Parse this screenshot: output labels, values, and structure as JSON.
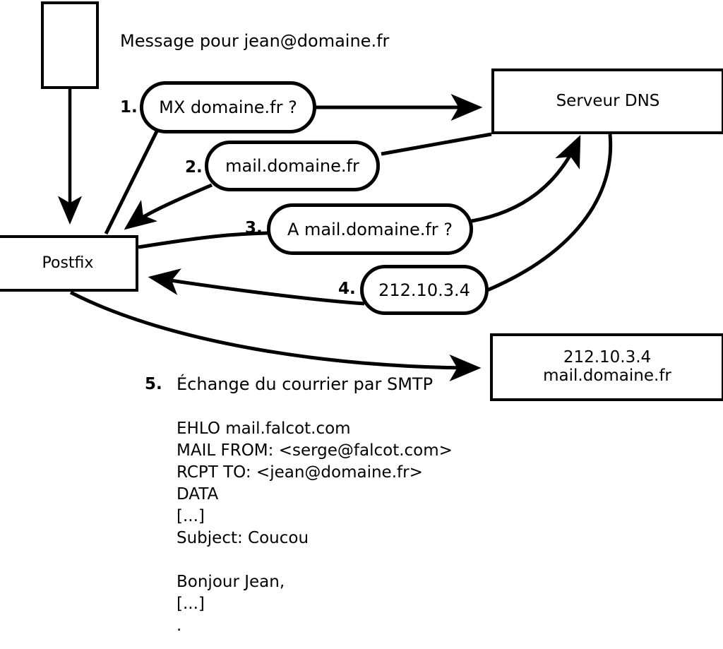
{
  "diagram": {
    "title_text": "Message pour jean@domaine.fr",
    "stroke_color": "#000000",
    "background_color": "#ffffff"
  },
  "nodes": {
    "envelope": {
      "label": ""
    },
    "postfix": {
      "label": "Postfix"
    },
    "dns": {
      "label": "Serveur DNS"
    },
    "mailhost": {
      "line1": "212.10.3.4",
      "line2": "mail.domaine.fr"
    }
  },
  "steps": [
    {
      "num": "1.",
      "bubble": "MX domaine.fr ?"
    },
    {
      "num": "2.",
      "bubble": "mail.domaine.fr"
    },
    {
      "num": "3.",
      "bubble": "A mail.domaine.fr ?"
    },
    {
      "num": "4.",
      "bubble": "212.10.3.4"
    },
    {
      "num": "5.",
      "label": "Échange du courrier par SMTP"
    }
  ],
  "smtp_transcript": [
    "EHLO mail.falcot.com",
    "MAIL FROM: <serge@falcot.com>",
    "RCPT TO: <jean@domaine.fr>",
    "DATA",
    "[...]",
    "Subject: Coucou",
    "",
    "Bonjour Jean,",
    "[...]",
    "."
  ]
}
